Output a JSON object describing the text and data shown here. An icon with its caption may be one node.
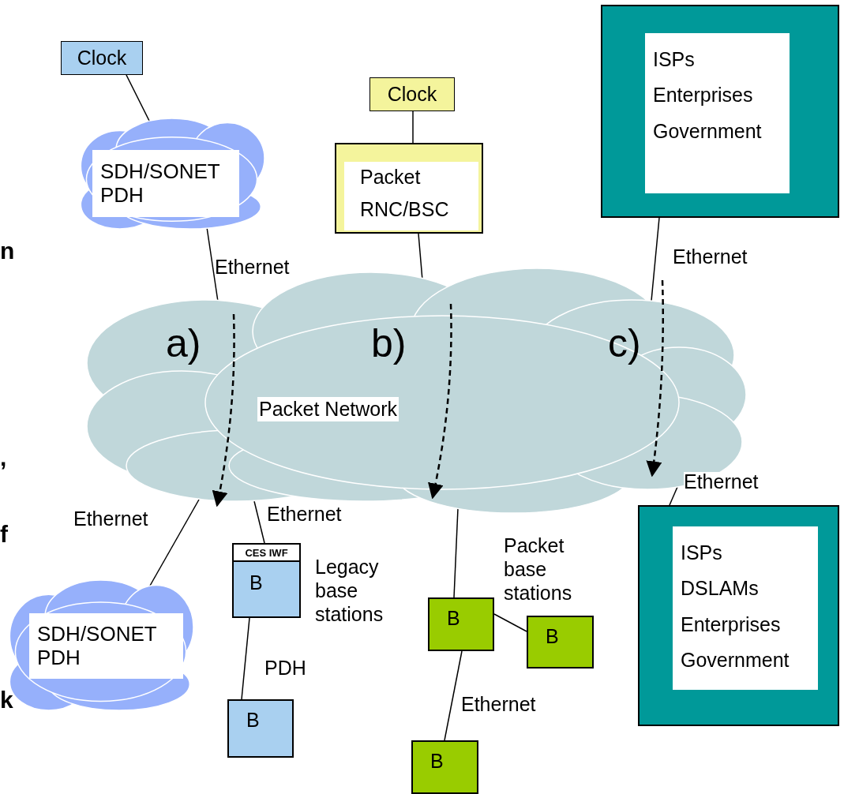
{
  "diagram": {
    "nodes": [
      {
        "text": [
          "Clock"
        ]
      },
      {
        "text": [
          "SDH/SONET",
          "PDH"
        ]
      },
      {
        "text": [
          "Clock"
        ]
      },
      {
        "text": [
          "Packet",
          "RNC/BSC"
        ]
      },
      {
        "text": [
          "ISPs",
          "Enterprises",
          "Government"
        ]
      },
      {
        "text": [
          "a)",
          "b)",
          "c)",
          "Packet Network"
        ]
      },
      {
        "text": [
          "ISPs",
          "DSLAMs",
          "Enterprises",
          "Government"
        ]
      },
      {
        "text": [
          "SDH/SONET",
          "PDH"
        ]
      },
      {
        "text": [
          "CES IWF",
          "B"
        ],
        "beside": [
          "Legacy base stations"
        ]
      },
      {
        "text": [
          "B"
        ]
      },
      {
        "text": [
          "B"
        ],
        "beside": [
          "Packet base stations"
        ]
      },
      {
        "text": [
          "B"
        ]
      },
      {
        "text": [
          "B"
        ]
      }
    ],
    "edges": [
      {
        "from": 0,
        "to": 1,
        "arrow": "none"
      },
      {
        "from": 1,
        "to": 5,
        "arrow": "none",
        "label": "Ethernet"
      },
      {
        "from": 2,
        "to": 3,
        "arrow": "none"
      },
      {
        "from": 3,
        "to": 5,
        "arrow": "none"
      },
      {
        "from": 4,
        "to": 5,
        "arrow": "none",
        "label": "Ethernet"
      },
      {
        "from": 5,
        "to": 6,
        "arrow": "none",
        "label": "Ethernet"
      },
      {
        "from": 5,
        "to": 7,
        "arrow": "none",
        "label": "Ethernet"
      },
      {
        "from": 5,
        "to": 8,
        "arrow": "none",
        "label": "Ethernet"
      },
      {
        "from": 8,
        "to": 9,
        "arrow": "none",
        "label": "PDH"
      },
      {
        "from": 5,
        "to": 10,
        "arrow": "none"
      },
      {
        "from": 10,
        "to": 11,
        "arrow": "none"
      },
      {
        "from": 10,
        "to": 12,
        "arrow": "none",
        "label": "Ethernet"
      }
    ],
    "labels": [
      "n",
      ",",
      "f",
      "k"
    ]
  }
}
